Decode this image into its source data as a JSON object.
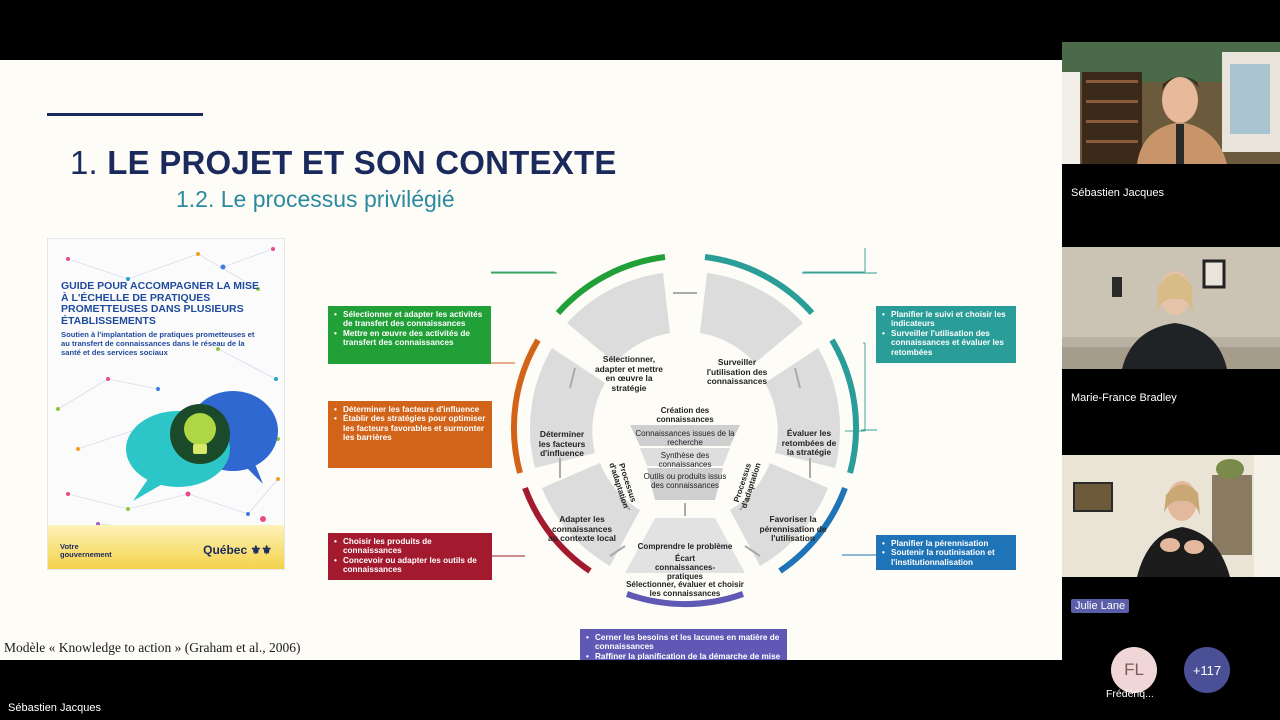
{
  "slide": {
    "title_num": "1.",
    "title_text": "LE PROJET ET SON CONTEXTE",
    "subtitle": "1.2. Le processus privilégié",
    "caption": "Modèle « Knowledge to action » (Graham et al., 2006)"
  },
  "cover": {
    "title": "GUIDE POUR ACCOMPAGNER LA MISE À L'ÉCHELLE DE PRATIQUES PROMETTEUSES DANS PLUSIEURS ÉTABLISSEMENTS",
    "subtitle": "Soutien à l'implantation de pratiques prometteuses et au transfert de connaissances dans le réseau de la santé et des services sociaux",
    "logo_left_1": "Votre",
    "logo_left_2": "gouvernement",
    "logo_right": "Québec ⚜⚜"
  },
  "diagram": {
    "colors": {
      "green": "#21a038",
      "orange": "#d2641a",
      "red": "#a3192e",
      "teal": "#2a9d98",
      "blue": "#1f73b7",
      "purple": "#5f58b4"
    },
    "boxes": {
      "green": [
        "Sélectionner et adapter les activités de transfert des connaissances",
        "Mettre en œuvre des activités de transfert des connaissances"
      ],
      "orange": [
        "Déterminer les facteurs d'influence",
        "Établir des stratégies pour optimiser les facteurs favorables et surmonter les barrières"
      ],
      "red": [
        "Choisir les produits de connaissances",
        "Concevoir ou adapter les outils de connaissances"
      ],
      "teal": [
        "Planifier le suivi et choisir les indicateurs",
        "Surveiller l'utilisation des connaissances et évaluer les retombées"
      ],
      "blue": [
        "Planifier la pérennisation",
        "Soutenir la routinisation et l'institutionnalisation"
      ],
      "purple": [
        "Cerner les besoins et les lacunes en matière de connaissances",
        "Raffiner la planification de la démarche de mise à l'échelle"
      ]
    },
    "segments": {
      "s1": "Sélectionner, adapter et mettre en œuvre la stratégie",
      "s2": "Surveiller l'utilisation des connaissances",
      "s3": "Évaluer les retombées de la stratégie",
      "s4": "Favoriser la pérennisation de l'utilisation",
      "s5": "Adapter les connaissances au contexte local",
      "s6": "Déterminer les facteurs d'influence"
    },
    "center": {
      "creation": "Création des connaissances",
      "research": "Connaissances issues de la recherche",
      "synthesis": "Synthèse des connaissances",
      "tools": "Outils ou produits issus des connaissances",
      "process_left": "Processus d'adaptation",
      "process_right": "Processus d'adaptation",
      "problem": "Comprendre le problème",
      "gap": "Écart connaissances-pratiques",
      "select": "Sélectionner, évaluer et choisir les connaissances"
    }
  },
  "participants": [
    {
      "name": "Sébastien Jacques"
    },
    {
      "name": "Marie-France Bradley"
    },
    {
      "name": "Julie Lane"
    }
  ],
  "extra_participant": {
    "initials": "FL",
    "name": "Frédériq..."
  },
  "more_count": "+117",
  "active_speaker": "Sébastien Jacques"
}
